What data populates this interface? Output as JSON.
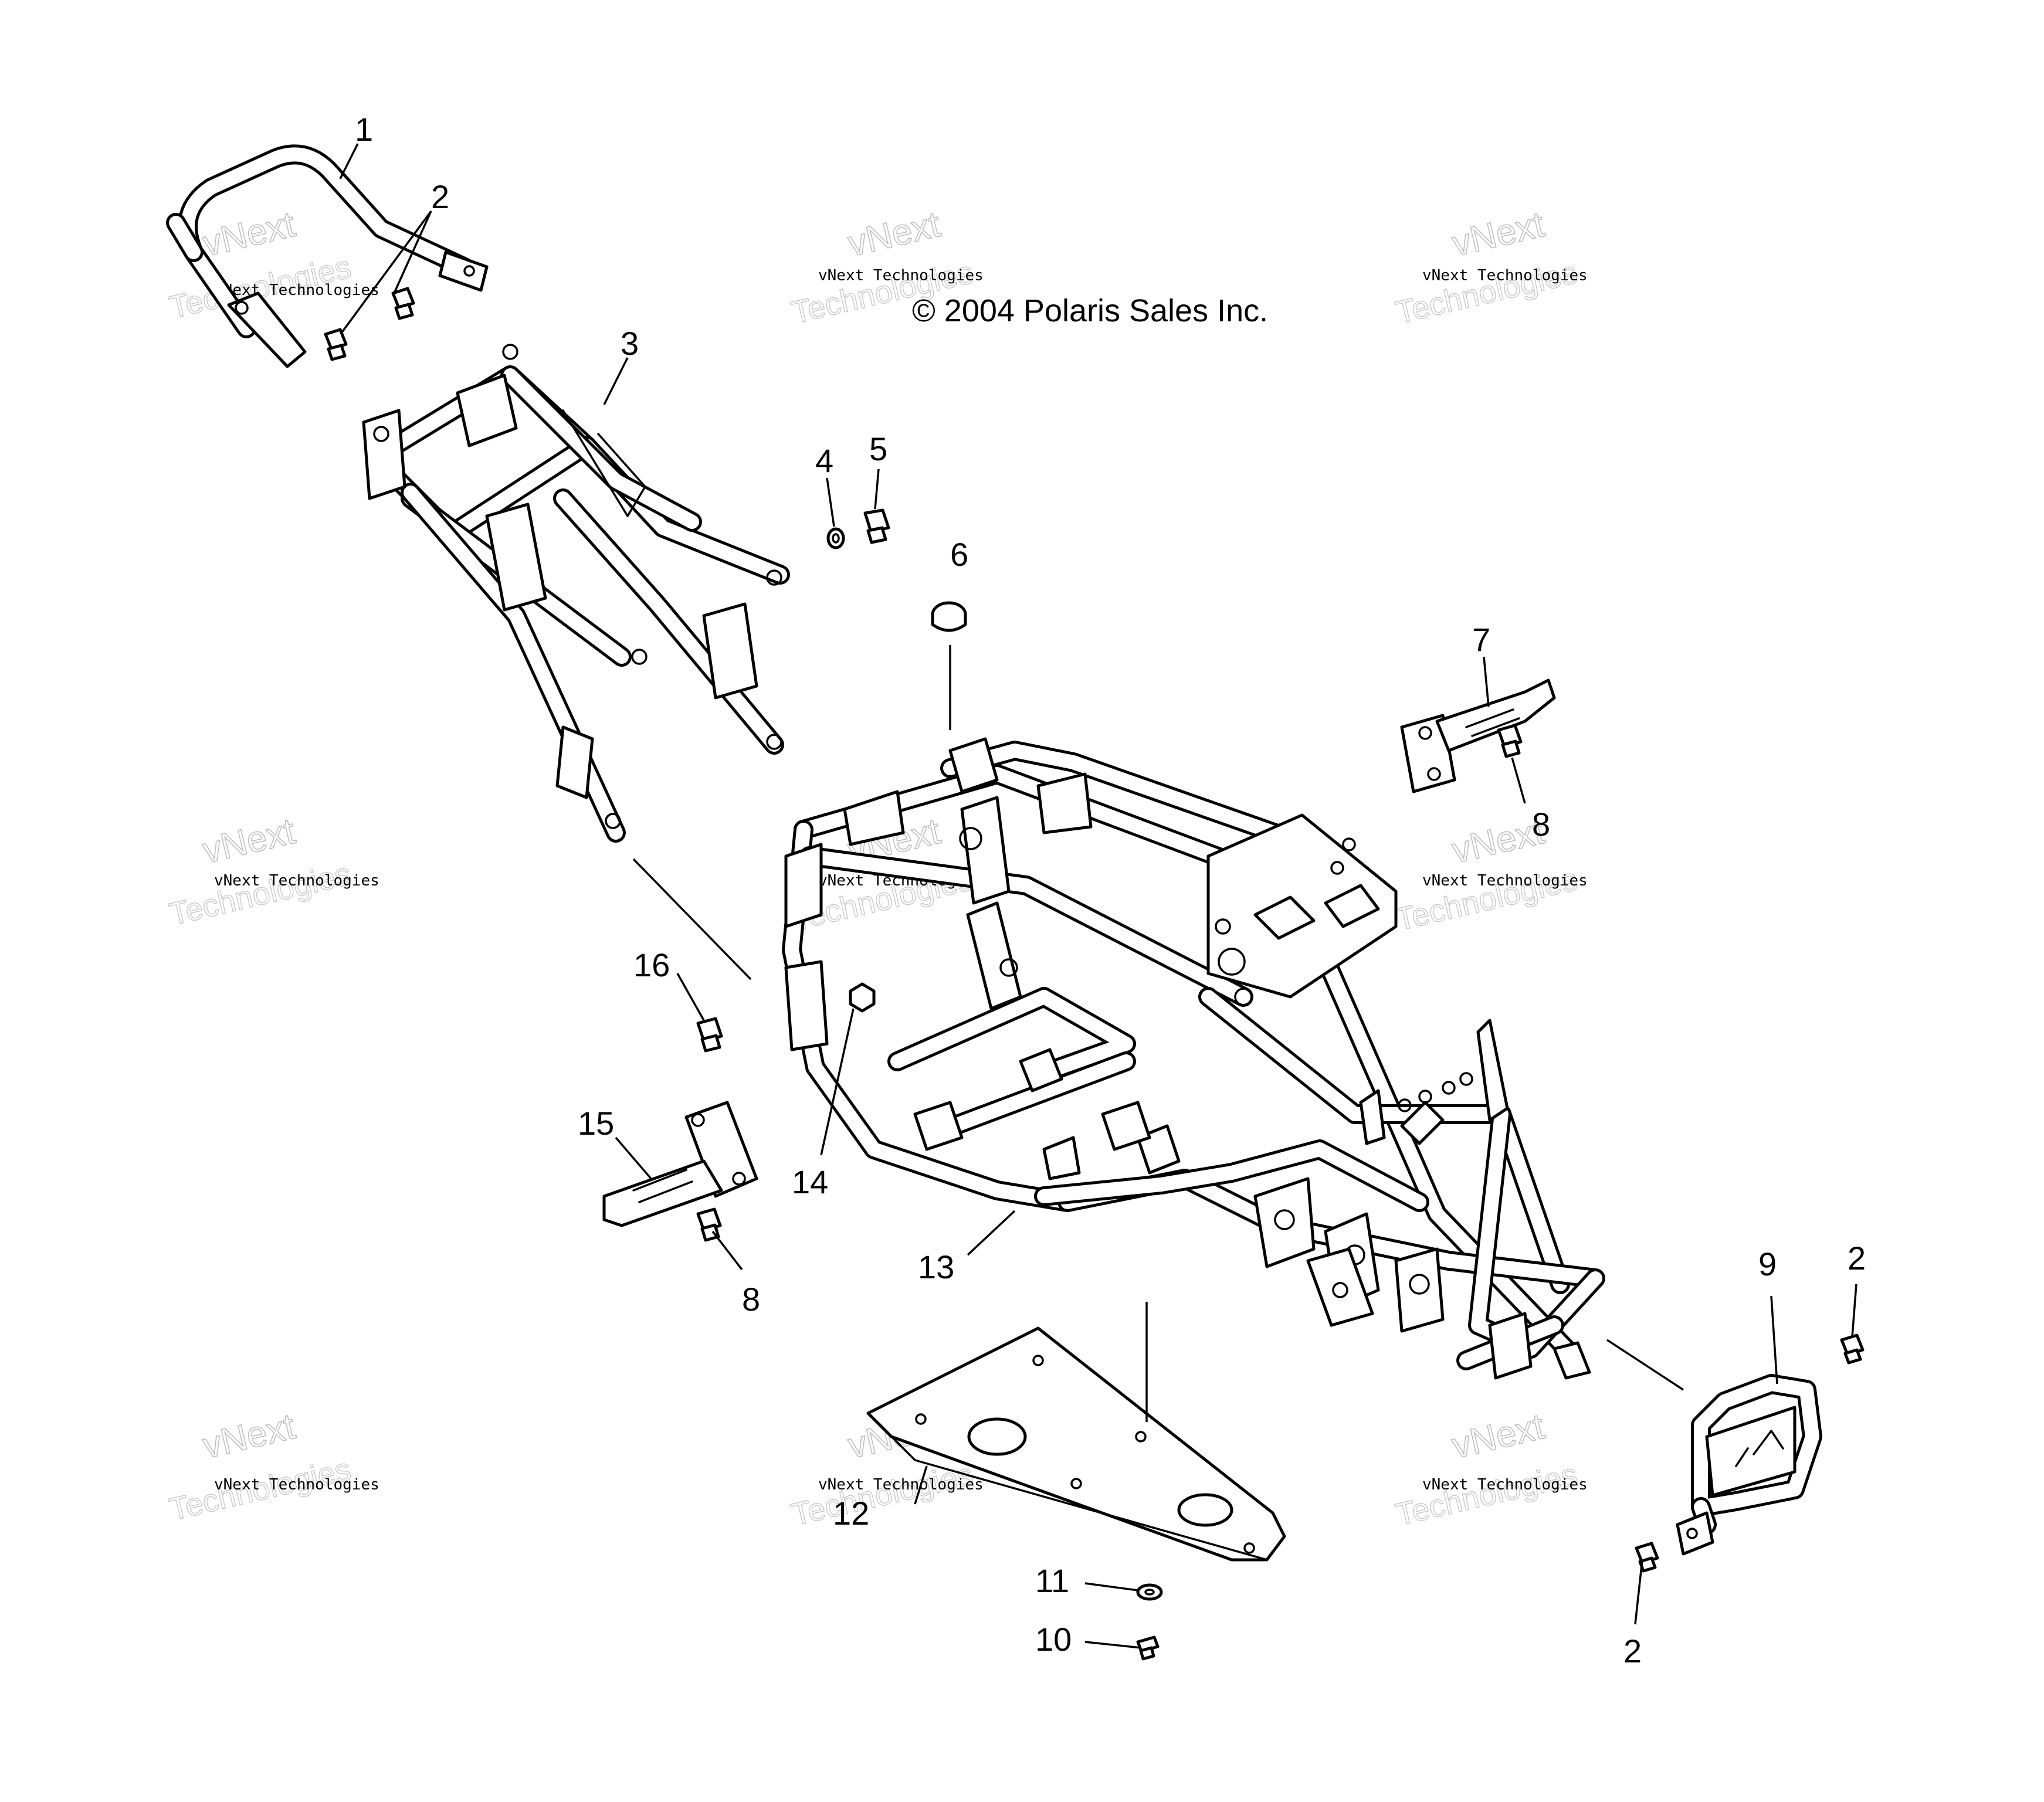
{
  "copyright": "© 2004 Polaris Sales Inc.",
  "watermark": {
    "line1": "vNext Technologies",
    "line2": "vNext",
    "line3": "Technologies"
  },
  "callouts": {
    "c1": "1",
    "c2a": "2",
    "c2b": "2",
    "c2c": "2",
    "c3": "3",
    "c4": "4",
    "c5": "5",
    "c6": "6",
    "c7": "7",
    "c8a": "8",
    "c8b": "8",
    "c9": "9",
    "c10": "10",
    "c11": "11",
    "c12": "12",
    "c13": "13",
    "c14": "14",
    "c15": "15",
    "c16": "16"
  }
}
